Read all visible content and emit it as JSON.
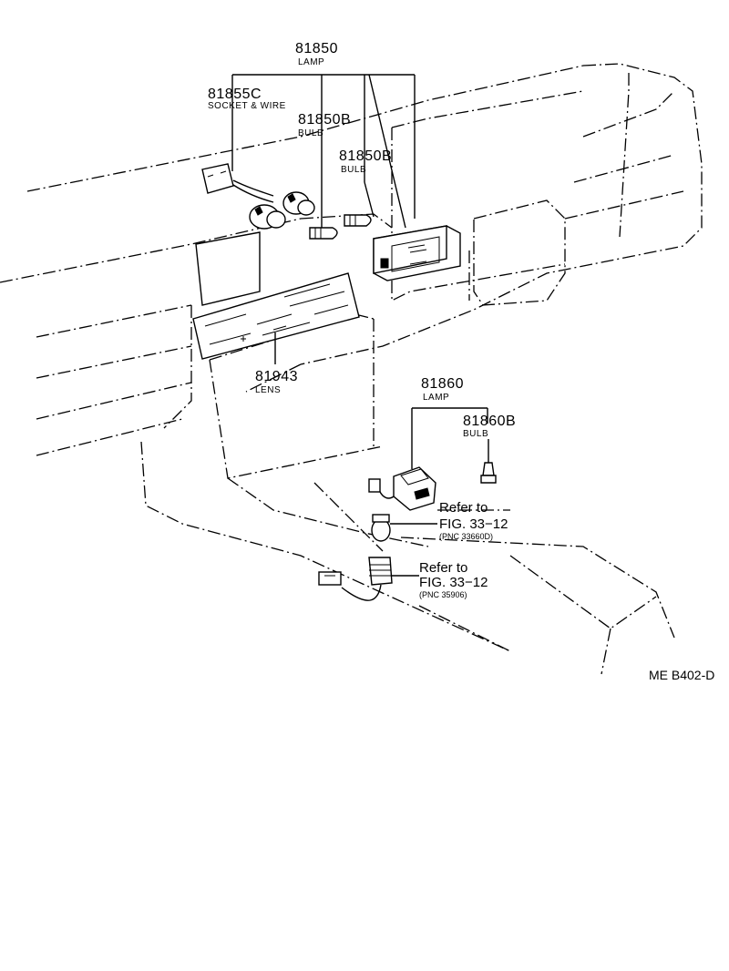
{
  "parts": [
    {
      "number": "81850",
      "name": "LAMP"
    },
    {
      "number": "81855C",
      "name": "SOCKET & WIRE"
    },
    {
      "number": "81850B",
      "name": "BULB"
    },
    {
      "number": "81850B",
      "name": "BULB"
    },
    {
      "number": "81943",
      "name": "LENS"
    },
    {
      "number": "81860",
      "name": "LAMP"
    },
    {
      "number": "81860B",
      "name": "BULB"
    }
  ],
  "references": [
    {
      "refer": "Refer to",
      "fig": "FIG. 33−12",
      "pnc": "(PNC 33660D)"
    },
    {
      "refer": "Refer to",
      "fig": "FIG. 33−12",
      "pnc": "(PNC 35906)"
    }
  ],
  "diagram_code": "ME B402-D",
  "colors": {
    "ink": "#000000",
    "paper": "#ffffff"
  }
}
